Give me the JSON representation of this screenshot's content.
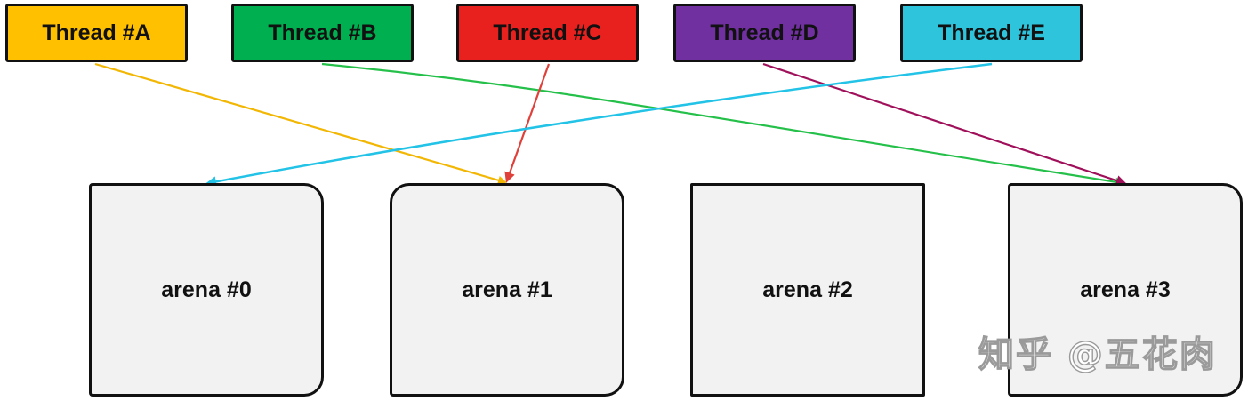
{
  "threads": [
    {
      "label": "Thread #A",
      "color": "#FFC000"
    },
    {
      "label": "Thread #B",
      "color": "#00B050"
    },
    {
      "label": "Thread #C",
      "color": "#E8211E"
    },
    {
      "label": "Thread #D",
      "color": "#7030A0"
    },
    {
      "label": "Thread #E",
      "color": "#2EC4DC"
    }
  ],
  "arenas": [
    {
      "label": "arena #0"
    },
    {
      "label": "arena #1"
    },
    {
      "label": "arena #2"
    },
    {
      "label": "arena #3"
    }
  ],
  "connections": [
    {
      "from": "Thread #A",
      "to": "arena #1",
      "color": "#F2B705"
    },
    {
      "from": "Thread #B",
      "to": "arena #3",
      "color": "#25C04A"
    },
    {
      "from": "Thread #C",
      "to": "arena #1",
      "color": "#E0403A"
    },
    {
      "from": "Thread #D",
      "to": "arena #3",
      "color": "#A0105A"
    },
    {
      "from": "Thread #E",
      "to": "arena #0",
      "color": "#22C3E6"
    }
  ],
  "watermark": "知乎 @五花肉"
}
